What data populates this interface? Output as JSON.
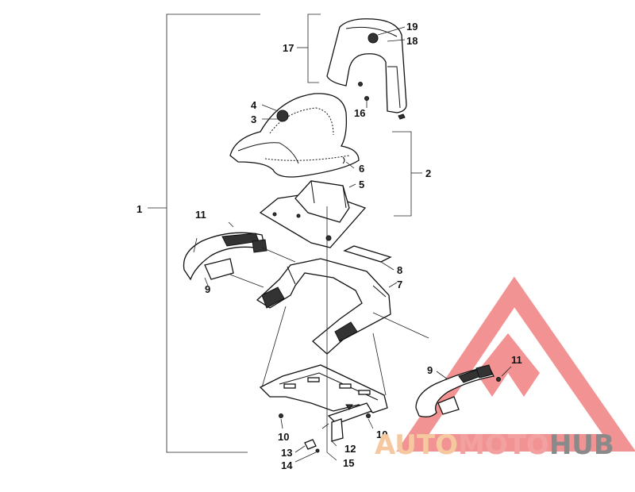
{
  "callouts": {
    "c1": "1",
    "c2": "2",
    "c3": "3",
    "c4": "4",
    "c5": "5",
    "c6": "6",
    "c7": "7",
    "c8": "8",
    "c9a": "9",
    "c9b": "9",
    "c10a": "10",
    "c10b": "10",
    "c11a": "11",
    "c11b": "11",
    "c12": "12",
    "c13": "13",
    "c14": "14",
    "c15": "15",
    "c16": "16",
    "c17": "17",
    "c18": "18",
    "c19": "19"
  },
  "watermark": {
    "part1": "AUTO",
    "part2": "MOTO",
    "part3": "HUB",
    "color_auto": "#f5c8a0",
    "color_moto": "#f2a0a0",
    "color_hub": "#8a8a8a",
    "logo_color": "#f08080",
    "logo_icon": "triangle-logo-icon"
  }
}
